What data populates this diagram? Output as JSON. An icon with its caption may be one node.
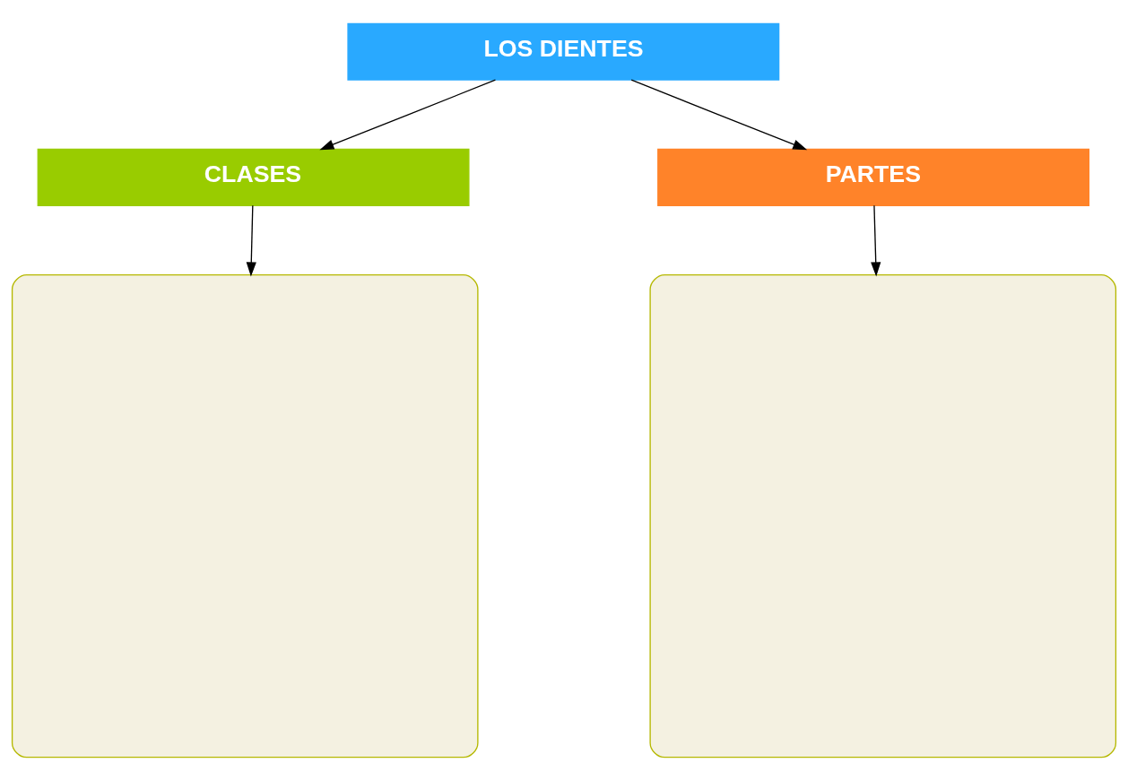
{
  "diagram": {
    "nodes": [
      {
        "text": [
          "LOS DIENTES"
        ]
      },
      {
        "text": [
          "CLASES"
        ]
      },
      {
        "text": [
          "PARTES"
        ]
      },
      {
        "text": [],
        "shape": "box"
      },
      {
        "text": [],
        "shape": "box"
      }
    ],
    "edges": [
      {
        "from": 0,
        "to": 1,
        "arrow": "to"
      },
      {
        "from": 0,
        "to": 2,
        "arrow": "to"
      },
      {
        "from": 1,
        "to": 3,
        "arrow": "to"
      },
      {
        "from": 2,
        "to": 4,
        "arrow": "to"
      }
    ]
  }
}
